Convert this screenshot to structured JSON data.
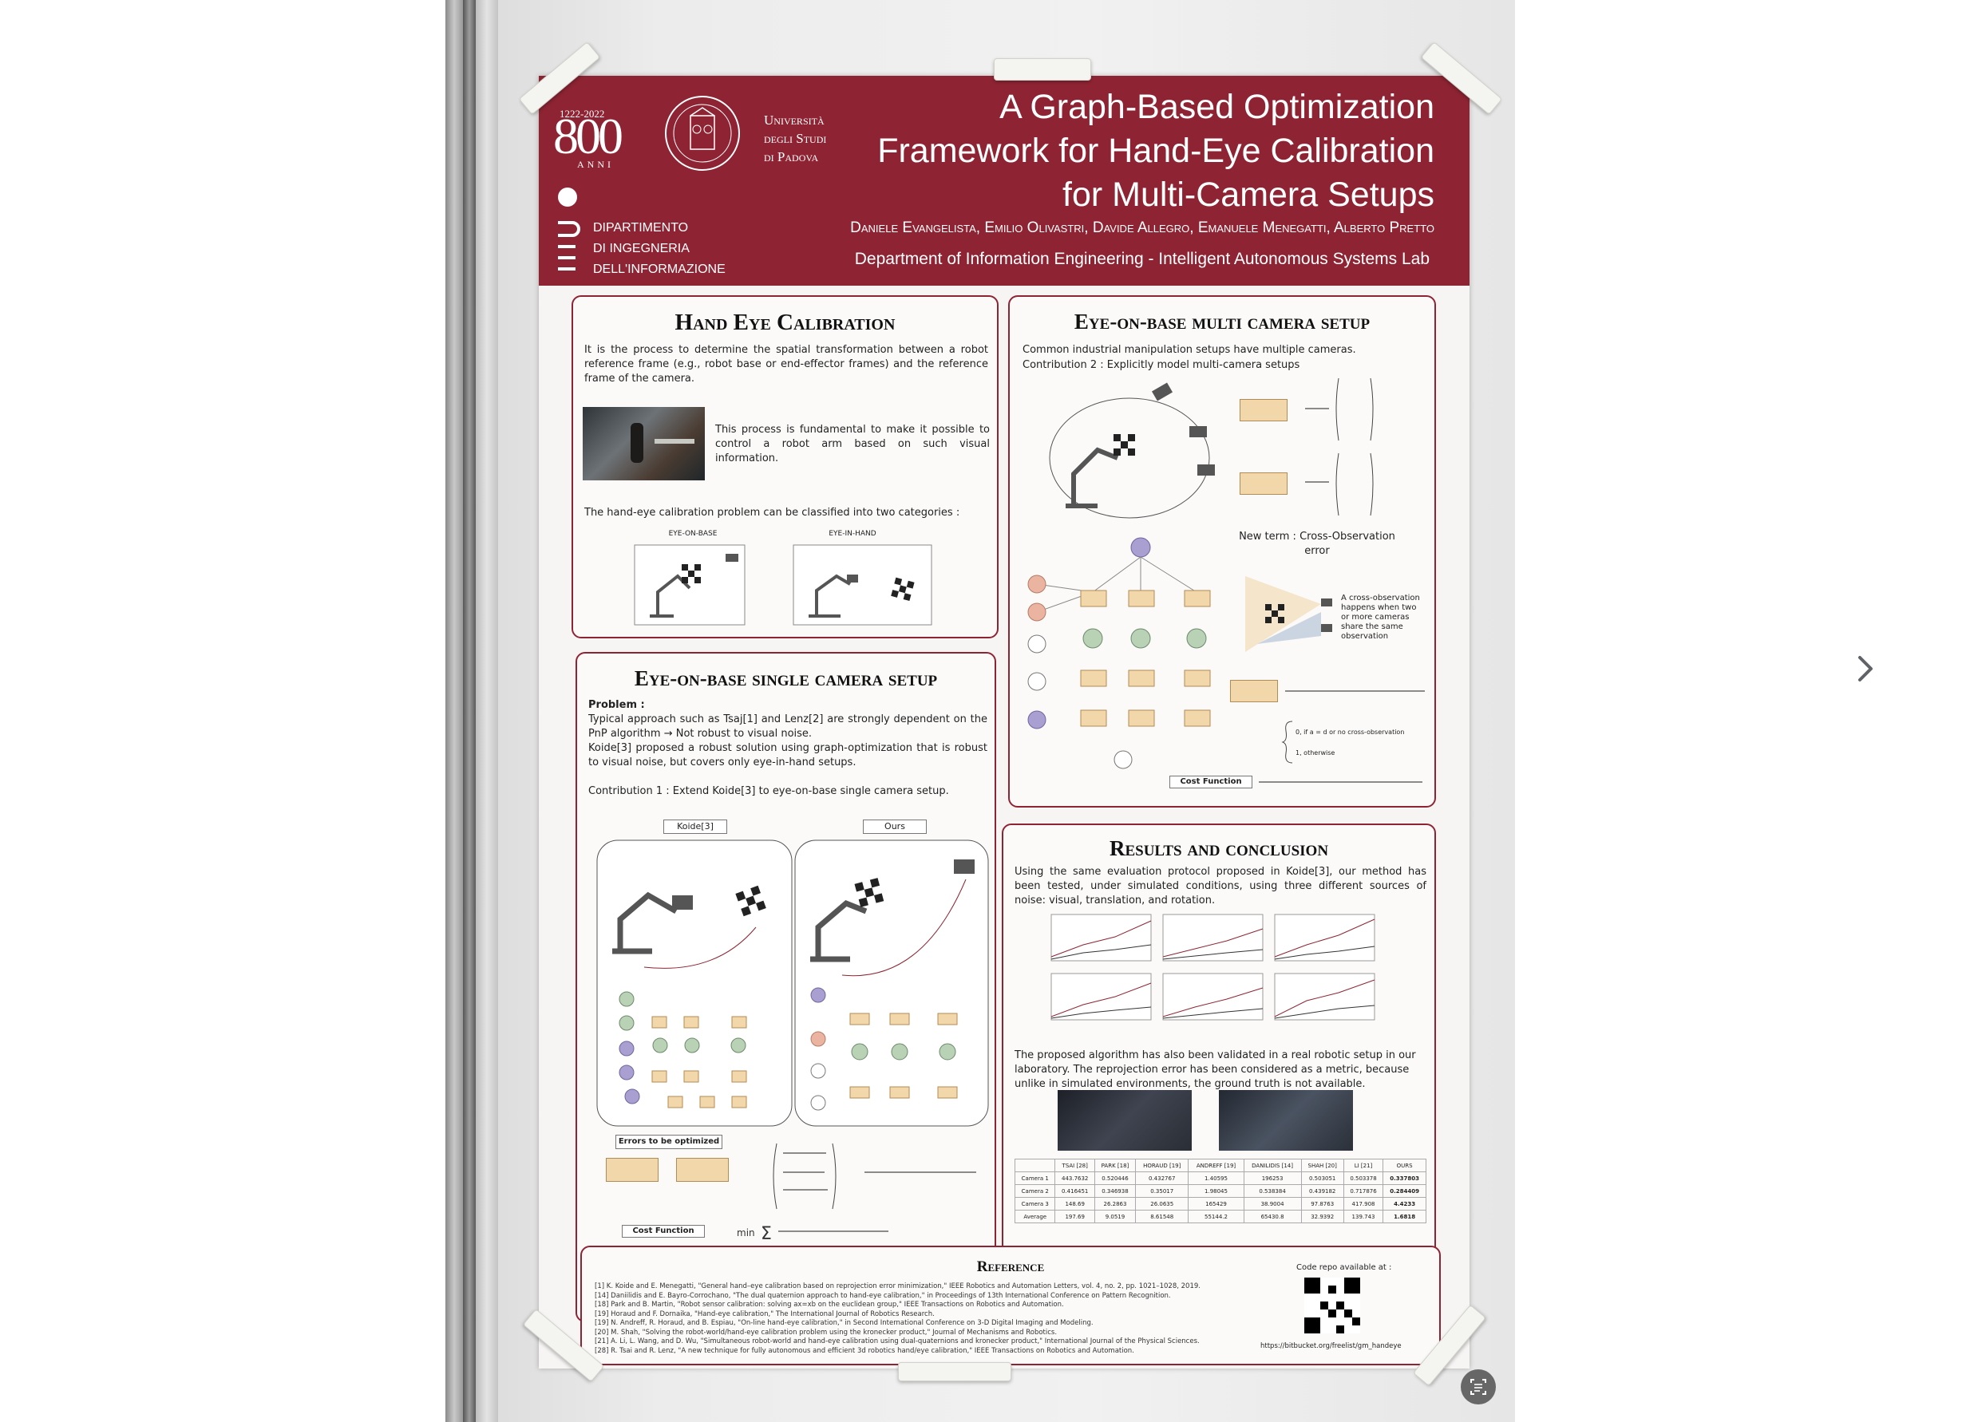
{
  "poster": {
    "title": [
      "A Graph-Based Optimization",
      "Framework for Hand-Eye Calibration",
      "for Multi-Camera Setups"
    ],
    "authors": "Daniele Evangelista, Emilio Olivastri, Davide Allegro, Emanuele Menegatti, Alberto Pretto",
    "affiliation": "Department of Information Engineering - Intelligent Autonomous Systems Lab",
    "logo_800": {
      "years": "1222-2022",
      "number": "800",
      "word": "ANNI"
    },
    "university": [
      "Università",
      "degli Studi",
      "di Padova"
    ],
    "department": [
      "DIPARTIMENTO",
      "DI INGEGNERIA",
      "DELL'INFORMAZIONE"
    ]
  },
  "hand_eye": {
    "title": "Hand Eye Calibration",
    "intro": "It is the process to determine the spatial transformation between a robot reference frame (e.g., robot base or end-effector frames) and the reference frame of the camera.",
    "process": "This process is fundamental to make it possible to control a robot arm based on such visual information.",
    "categories": "The hand-eye calibration problem can be classified into two categories :",
    "eob_label": "EYE-ON-BASE",
    "eih_label": "EYE-IN-HAND"
  },
  "single": {
    "title": "Eye-on-base single camera setup",
    "problem_label": "Problem :",
    "problem_text": "Typical approach such as Tsaj[1] and Lenz[2] are strongly dependent on the PnP algorithm → Not robust to visual noise.",
    "koide_text": "Koide[3] proposed a robust solution using graph-optimization that is robust to visual noise, but covers only eye-in-hand setups.",
    "contribution": "Contribution 1 : Extend Koide[3] to eye-on-base single camera setup.",
    "koide_label": "Koide[3]",
    "ours_label": "Ours",
    "errors_label": "Errors to be optimized",
    "cost_label": "Cost Function"
  },
  "multi": {
    "title": "Eye-on-base multi camera setup",
    "intro": "Common industrial manipulation setups have multiple cameras.",
    "contribution": "Contribution 2 : Explicitly model multi-camera setups",
    "new_term": "New term : Cross-Observation error",
    "cross_text": "A cross-observation happens when two or more cameras share the same observation",
    "chi_line1": "0, if a = d or no cross-observation",
    "chi_line2": "1, otherwise",
    "cost_label": "Cost Function"
  },
  "results": {
    "title": "Results and conclusion",
    "text1": "Using the same evaluation protocol proposed in Koide[3], our method has been tested, under simulated conditions, using three different sources of noise: visual, translation, and rotation.",
    "text2": "The proposed algorithm has also been validated in a real robotic setup in our laboratory. The reprojection error has been considered as a metric, because unlike in simulated environments, the ground truth is not available.",
    "table": {
      "headers": [
        "",
        "TSAI [28]",
        "PARK [18]",
        "HORAUD [19]",
        "ANDREFF [19]",
        "DANILIDIS [14]",
        "SHAH [20]",
        "LI [21]",
        "OURS"
      ],
      "rows": [
        [
          "Camera 1",
          "443.7632",
          "0.520446",
          "0.432767",
          "1.40595",
          "196253",
          "0.503051",
          "0.503378",
          "0.337803"
        ],
        [
          "Camera 2",
          "0.416451",
          "0.346938",
          "0.35017",
          "1.98045",
          "0.538384",
          "0.439182",
          "0.717876",
          "0.284409"
        ],
        [
          "Camera 3",
          "148.69",
          "26.2863",
          "26.0635",
          "165429",
          "38.9004",
          "97.8763",
          "417.908",
          "4.4233"
        ],
        [
          "Average",
          "197.69",
          "9.0519",
          "8.61548",
          "55144.2",
          "65430.8",
          "32.9392",
          "139.743",
          "1.6818"
        ]
      ]
    }
  },
  "reference": {
    "title": "Reference",
    "items": [
      "[1] K. Koide and E. Menegatti, \"General hand–eye calibration based on reprojection error minimization,\" IEEE Robotics and Automation Letters, vol. 4, no. 2, pp. 1021–1028, 2019.",
      "[14] Daniilidis and E. Bayro-Corrochano, \"The dual quaternion approach to hand-eye calibration,\" in Proceedings of 13th International Conference on Pattern Recognition.",
      "[18] Park and B. Martin, \"Robot sensor calibration: solving ax=xb on the euclidean group,\" IEEE Transactions on Robotics and Automation.",
      "[19] Horaud and F. Dornaika, \"Hand-eye calibration,\" The International Journal of Robotics Research.",
      "[19] N. Andreff, R. Horaud, and B. Espiau, \"On-line hand-eye calibration,\" in Second International Conference on 3-D Digital Imaging and Modeling.",
      "[20] M. Shah, \"Solving the robot-world/hand-eye calibration problem using the kronecker product,\" Journal of Mechanisms and Robotics.",
      "[21] A. Li, L. Wang, and D. Wu, \"Simultaneous robot-world and hand-eye calibration using dual-quaternions and kronecker product,\" International Journal of the Physical Sciences.",
      "[28] R. Tsai and R. Lenz, \"A new technique for fully autonomous and efficient 3d robotics hand/eye calibration,\" IEEE Transactions on Robotics and Automation."
    ],
    "code_label": "Code repo available at :",
    "code_url": "https://bitbucket.org/freelist/gm_handeye"
  },
  "colors": {
    "maroon": "#8e2433",
    "node_green": "#b9d1b5",
    "factor_tan": "#f1d7aa",
    "node_purple": "#a99fd0",
    "node_pink": "#eab4a0"
  },
  "icons": [
    "chevron-right-icon",
    "lens-icon"
  ]
}
